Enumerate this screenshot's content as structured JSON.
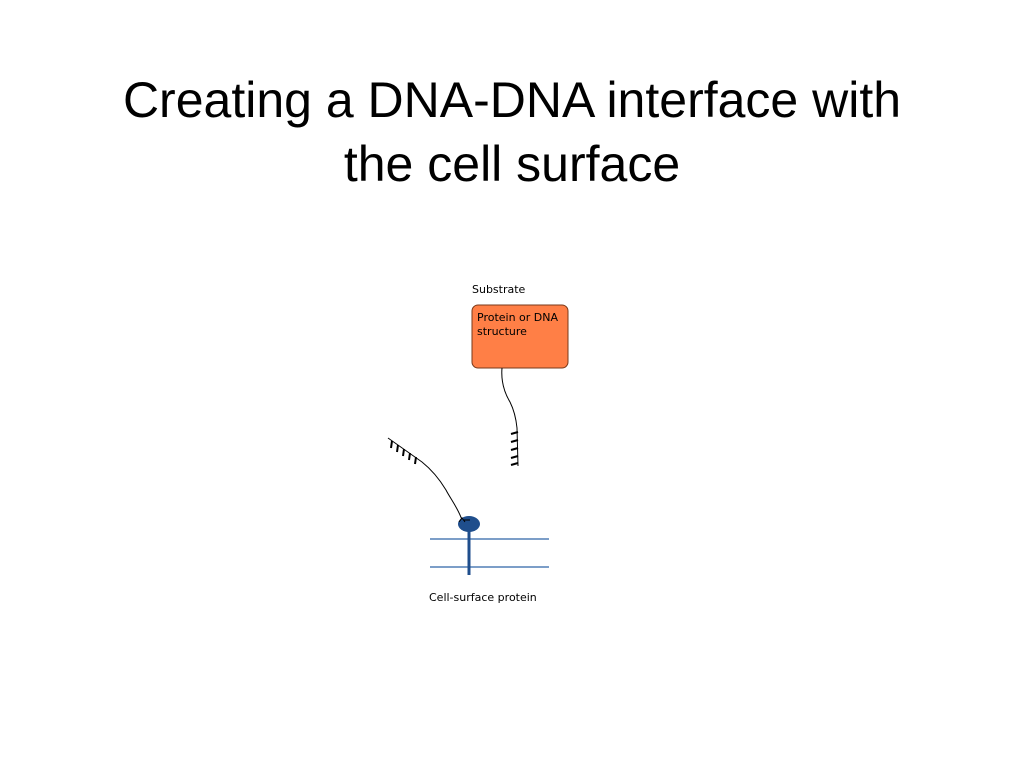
{
  "slide": {
    "title_line1": "Creating a DNA-DNA interface with",
    "title_line2": "the cell surface"
  },
  "diagram": {
    "substrate_label": "Substrate",
    "box_label_line1": "Protein or DNA",
    "box_label_line2": "structure",
    "box_color": "#FF7F46",
    "cell_label": "Cell-surface protein",
    "protein_color": "#1F4E8C",
    "membrane_color": "#2E64A8",
    "linker_color": "#000000"
  }
}
